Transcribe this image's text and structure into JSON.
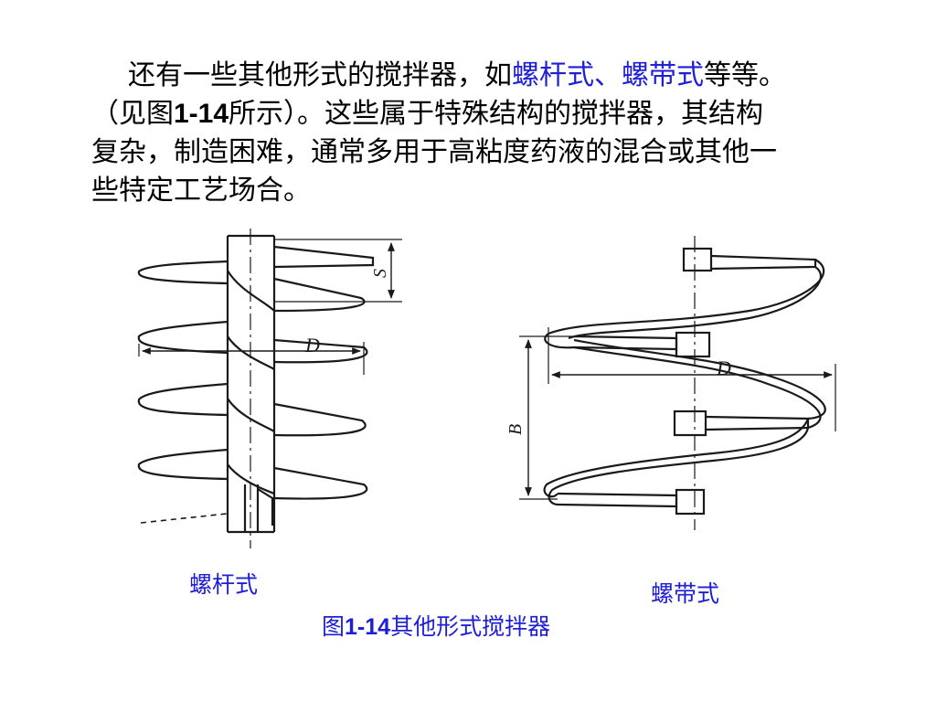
{
  "paragraph": {
    "line1": {
      "before": "还有一些其他形式的搅拌器，如",
      "highlight": "螺杆式、螺带式",
      "after": "等等。"
    },
    "line2": {
      "before": "（见图",
      "figure_ref": "1-14",
      "after": "所示）。这些属于特殊结构的搅拌器，其结构"
    },
    "line3": "复杂，制造困难，通常多用于高粘度药液的混合或其他一",
    "line4": "些特定工艺场合。"
  },
  "figure": {
    "screw_caption": "螺杆式",
    "ribbon_caption": "螺带式",
    "caption_prefix": "图",
    "caption_number": "1-14",
    "caption_text": "其他形式搅拌器",
    "label_s": "S",
    "label_d_screw": "D",
    "label_d_ribbon": "D",
    "label_b": "B"
  },
  "colors": {
    "highlight": "#1f1fd6",
    "text": "#000000",
    "line_art": "#1a1a1a"
  }
}
